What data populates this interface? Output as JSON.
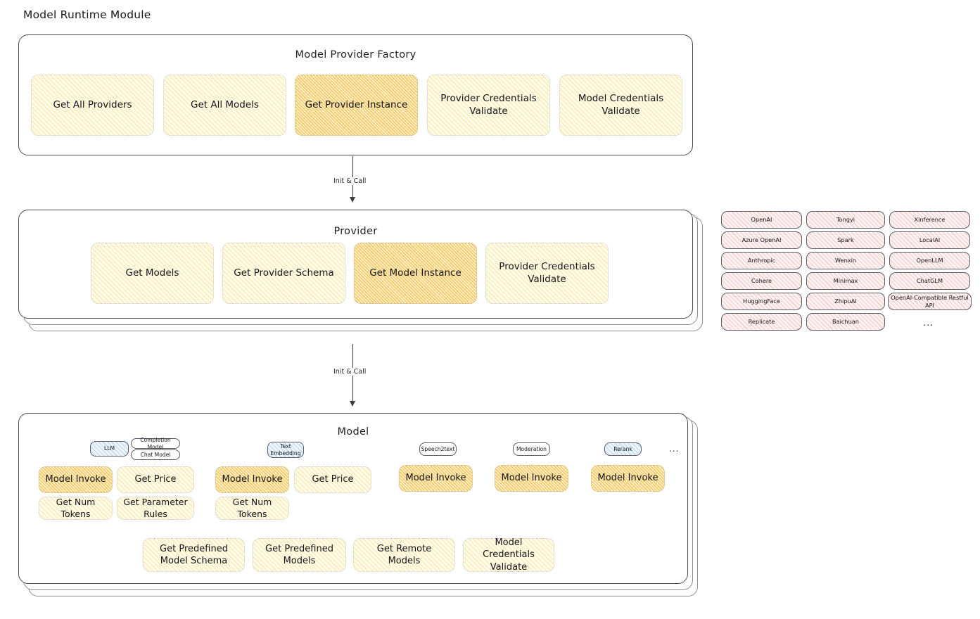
{
  "page": {
    "title": "Model Runtime Module"
  },
  "colors": {
    "accent_yellow": "#fefbea",
    "accent_orange": "#fdf0cd",
    "accent_pink": "#fdf3f3",
    "accent_blue": "#eef5fb",
    "stroke": "#4a4a52"
  },
  "factory": {
    "title": "Model Provider Factory",
    "nodes": [
      {
        "label": "Get All Providers",
        "highlighted": false
      },
      {
        "label": "Get All Models",
        "highlighted": false
      },
      {
        "label": "Get Provider Instance",
        "highlighted": true
      },
      {
        "label": "Provider Credentials Validate",
        "highlighted": false
      },
      {
        "label": "Model Credentials Validate",
        "highlighted": false
      }
    ]
  },
  "arrows": [
    {
      "label": "Init & Call"
    },
    {
      "label": "Init & Call"
    }
  ],
  "provider": {
    "title": "Provider",
    "nodes": [
      {
        "label": "Get Models",
        "highlighted": false
      },
      {
        "label": "Get Provider Schema",
        "highlighted": false
      },
      {
        "label": "Get Model Instance",
        "highlighted": true
      },
      {
        "label": "Provider Credentials Validate",
        "highlighted": false
      }
    ]
  },
  "provider_list": {
    "columns": [
      [
        "OpenAI",
        "Azure OpenAI",
        "Anthropic",
        "Cohere",
        "HuggingFace",
        "Replicate"
      ],
      [
        "Tongyi",
        "Spark",
        "Wenxin",
        "Minimax",
        "ZhipuAI",
        "Baichuan"
      ],
      [
        "Xinference",
        "LocalAI",
        "OpenLLM",
        "ChatGLM",
        "OpenAI-Compatible Restful API"
      ]
    ],
    "ellipsis": "..."
  },
  "model": {
    "title": "Model",
    "more": "...",
    "types": [
      {
        "name": "LLM",
        "style": "blue",
        "sub_badges": [
          "Completion Model",
          "Chat Model"
        ],
        "actions": [
          {
            "label": "Model Invoke",
            "highlighted": true
          },
          {
            "label": "Get Price",
            "highlighted": false
          },
          {
            "label": "Get Num Tokens",
            "highlighted": false
          },
          {
            "label": "Get Parameter Rules",
            "highlighted": false
          }
        ]
      },
      {
        "name": "Text Embedding",
        "style": "blue",
        "sub_badges": [],
        "actions": [
          {
            "label": "Model Invoke",
            "highlighted": true
          },
          {
            "label": "Get Price",
            "highlighted": false
          },
          {
            "label": "Get Num Tokens",
            "highlighted": false
          }
        ]
      },
      {
        "name": "Speech2text",
        "style": "plain",
        "sub_badges": [],
        "actions": [
          {
            "label": "Model Invoke",
            "highlighted": true
          }
        ]
      },
      {
        "name": "Moderation",
        "style": "plain",
        "sub_badges": [],
        "actions": [
          {
            "label": "Model Invoke",
            "highlighted": true
          }
        ]
      },
      {
        "name": "Rerank",
        "style": "blue",
        "sub_badges": [],
        "actions": [
          {
            "label": "Model Invoke",
            "highlighted": true
          }
        ]
      }
    ],
    "common_actions": [
      {
        "label": "Get Predefined Model Schema"
      },
      {
        "label": "Get Predefined Models"
      },
      {
        "label": "Get Remote Models"
      },
      {
        "label": "Model Credentials Validate"
      }
    ]
  }
}
